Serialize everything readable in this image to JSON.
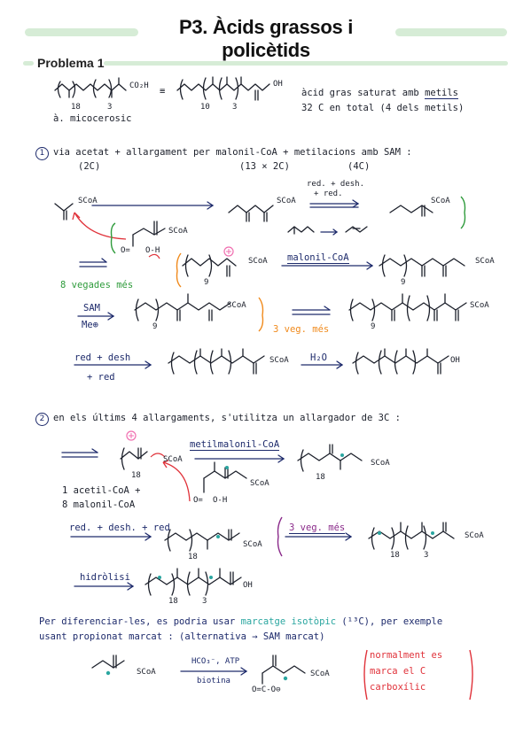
{
  "header": {
    "title": "P3. Àcids grassos i policètids",
    "problem": "Problema 1"
  },
  "intro": {
    "compound_name": "à. micocerosic",
    "co2h": "CO₂H",
    "oh": "OH",
    "equiv": "≡",
    "repeat_18": "18",
    "repeat_3": "3",
    "repeat_10": "10",
    "desc_line1_pre": "àcid gras saturat amb ",
    "desc_line1_emph": "metils",
    "desc_line2": "32 C en total  (4 dels metils)"
  },
  "section1": {
    "number": "1",
    "line": "via acetat + allargament per malonil-CoA + metilacions amb SAM :",
    "acetat_c": "(2C)",
    "malonil_c": "(13 × 2C)",
    "sam_c": "(4C)",
    "scoa": "SCoA",
    "red_desh": "red. + desh.",
    "red": "+ red.",
    "eight_times": "8 vegades més",
    "repeat_9": "9",
    "malonil_coa": "malonil-CoA",
    "sam": "SAM",
    "me": "Me⊕",
    "three_veg": "3 veg. més",
    "red_desh_2": "red + desh",
    "red_2": "+ red",
    "h2o": "H₂O",
    "oh": "OH",
    "o_eq": "O=",
    "o_h": "O-H"
  },
  "section2": {
    "number": "2",
    "line": "en els últims 4 allargaments, s'utilitza un allargador de 3C :",
    "metilmalonil": "metilmalonil-CoA",
    "starter_line1": "1 acetil-CoA +",
    "starter_line2": "8 malonil-CoA",
    "red_desh_red": "red. + desh. + red",
    "three_veg": "3 veg. més",
    "hidrolisi": "hidròlisi",
    "repeat_18": "18",
    "repeat_3": "3",
    "scoa": "SCoA",
    "oh": "OH"
  },
  "section3": {
    "line1_pre": "Per diferenciar-les, es podria usar ",
    "line1_emph": "marcatge isotòpic",
    "line1_sup": "(¹³C)",
    "line1_post": ", per exemple",
    "line2": "usant propionat marcat : (alternativa → SAM marcat)",
    "reagent_top": "HCO₃⁻, ATP",
    "reagent_bottom": "biotina",
    "scoa": "SCoA",
    "carboxylate": "O=C-O⊖",
    "note_line1": "normalment es",
    "note_line2": "marca el C",
    "note_line3": "carboxílic"
  },
  "colors": {
    "ink": "#1b1f2a",
    "navy": "#1d2a6b",
    "green": "#2e9b3b",
    "orange": "#f08a1c",
    "purple": "#8a2a8a",
    "red": "#e0323a",
    "teal": "#2aa6a0",
    "pink_star": "#f06fb0",
    "highlight": "#d6ecd6"
  }
}
